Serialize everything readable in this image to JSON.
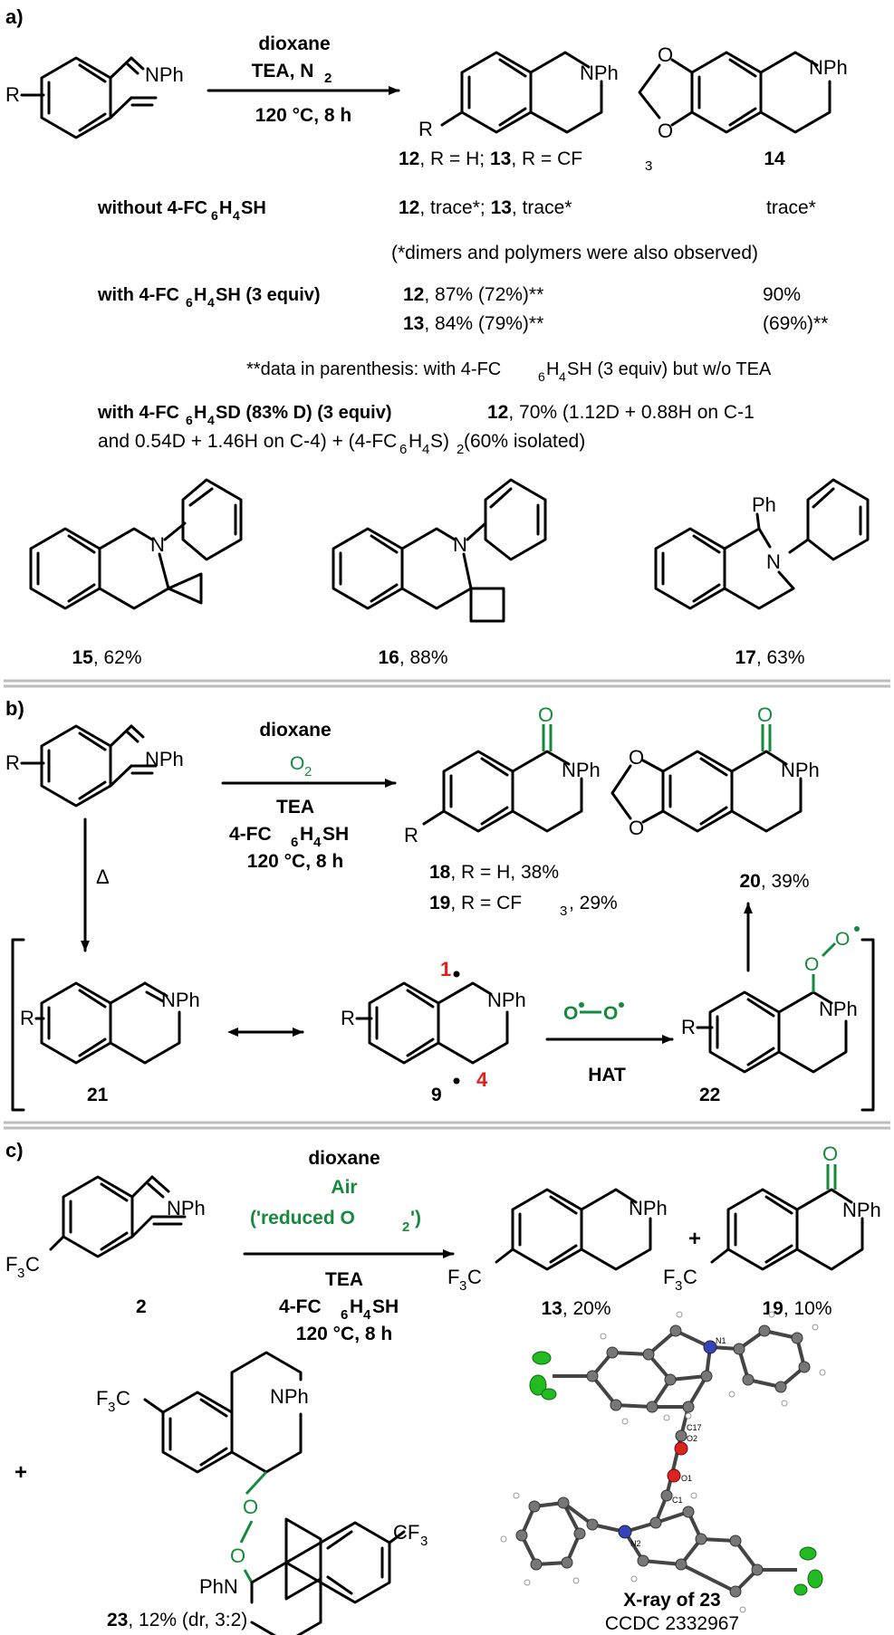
{
  "sections": {
    "a": "a)",
    "b": "b)",
    "c": "c)"
  },
  "atoms": {
    "nph": "NPh",
    "phn": "PhN",
    "r": "R",
    "n": "N",
    "ph": "Ph",
    "o": "O",
    "cf3": "CF",
    "f3c": "F",
    "three": "3",
    "c": "C",
    "plus": "+",
    "delta": "Δ"
  },
  "a": {
    "conditions": [
      "dioxane",
      "TEA, N",
      "120 °C, 8 h"
    ],
    "product_label_12_13": {
      "p12": "12",
      "t1": ", R = H; ",
      "p13": "13",
      "t2": ", R = CF",
      "sub": "3"
    },
    "product_label_14": "14",
    "without": {
      "label": "without 4-FC",
      "sub6": "6",
      "h4": "H",
      "sub4": "4",
      "tail": "SH",
      "c12": "12",
      "t12": ", trace*; ",
      "c13": "13",
      "t13": ", trace*",
      "c14": "trace*"
    },
    "dimers_note": "(*dimers and polymers were also observed)",
    "with_sh": {
      "label": "with 4-FC",
      "tail": "SH (3 equiv)",
      "r12": "12",
      "v12": ", 87% (72%)**",
      "r13": "13",
      "v13": ", 84% (79%)**",
      "r14a": "90%",
      "r14b": "(69%)**"
    },
    "footnote": {
      "start": "**data in parenthesis: with 4-FC",
      "end": "SH (3 equiv) but w/o TEA"
    },
    "with_sd": {
      "label": "with 4-FC",
      "tail": "SD (83% D) (3 equiv)",
      "c12": "12",
      "line1": ", 70% (1.12D + 0.88H on C-1",
      "line2a": "and 0.54D + 1.46H on C-4) + (4-FC",
      "line2b": "S)",
      "line2c": " (60% isolated)"
    },
    "yields": [
      {
        "cmp": "15",
        "val": ", 62%"
      },
      {
        "cmp": "16",
        "val": ", 88%"
      },
      {
        "cmp": "17",
        "val": ", 63%"
      }
    ]
  },
  "b": {
    "conditions": [
      "dioxane",
      "O",
      "TEA",
      "4-FC",
      "SH",
      "120 °C, 8 h"
    ],
    "p18": {
      "cmp": "18",
      "val": ", R = H, 38%"
    },
    "p19": {
      "cmp": "19",
      "val": ", R = CF",
      "val2": ", 29%"
    },
    "p20": {
      "cmp": "20",
      "val": ", 39%"
    },
    "labels": {
      "c21": "21",
      "c9": "9",
      "c22": "22",
      "pos1": "1",
      "pos4": "4",
      "hat": "HAT"
    }
  },
  "c": {
    "conditions": [
      "dioxane",
      "Air",
      "('reduced O",
      "')",
      "TEA",
      "4-FC",
      "SH",
      "120 °C, 8 h"
    ],
    "c2": "2",
    "p13": {
      "cmp": "13",
      "val": ", 20%"
    },
    "p19": {
      "cmp": "19",
      "val": ", 10%"
    },
    "p23": {
      "cmp": "23",
      "val": ", 12% (dr, 3:2)"
    },
    "xray": {
      "title": "X-ray of 23",
      "ccdc": "CCDC 2332967"
    },
    "xray_atoms": [
      "N1",
      "C17",
      "O2",
      "O1",
      "C1",
      "N2"
    ]
  },
  "colors": {
    "green": "#168a3c",
    "red": "#e0201b"
  }
}
